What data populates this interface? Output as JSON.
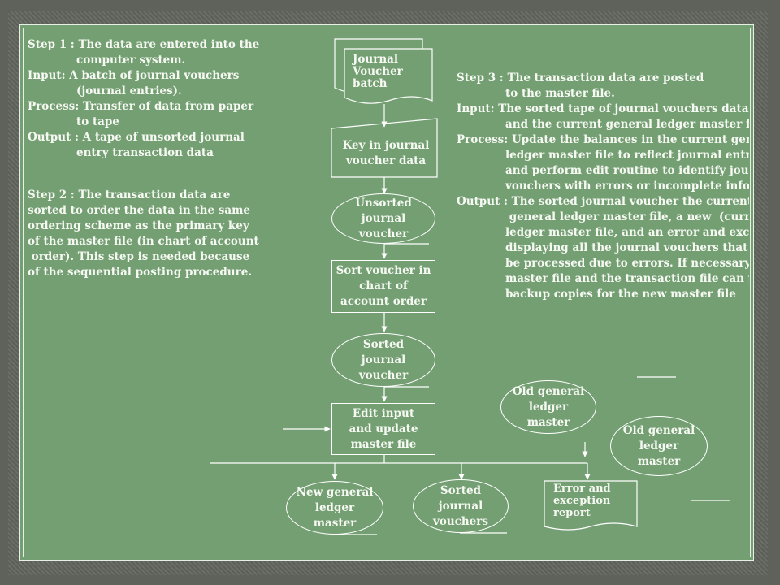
{
  "steps": {
    "step1": {
      "lines": [
        "Step 1 : The data are entered into the",
        "computer system.",
        "Input: A batch of journal vouchers",
        "(journal entries).",
        "Process: Transfer of data from paper",
        "to tape",
        "Output : A tape of unsorted journal",
        "entry transaction data"
      ]
    },
    "step2": {
      "lines": [
        "Step 2 : The transaction data are",
        "sorted to order the data in the same",
        "ordering scheme as the primary key",
        "of the master file (in chart of account",
        " order). This step is needed because",
        "of the sequential posting procedure."
      ]
    },
    "step3": {
      "lines": [
        "Step 3 : The transaction data are posted",
        "to the master file.",
        "Input: The sorted tape  of journal vouchers data",
        "and the current general ledger master file",
        "Process: Update the balances in the current general",
        "ledger master file to reflect journal entry data,",
        "and perform edit routine to identify journal",
        "vouchers with errors or incomplete information",
        "Output : The sorted journal voucher the current (now“old”)",
        " general ledger master file, a new  (current) general",
        "ledger master file, and an error and exception listing",
        "displaying all the journal vouchers that could not",
        "be  processed due to errors. If necessary the old",
        "master file and the transaction file can provide",
        "backup copies for the new master file"
      ]
    }
  },
  "flow": {
    "journal_voucher_batch": "Journal\nVoucher\nbatch",
    "key_in": "Key in journal\nvoucher data",
    "unsorted": "Unsorted\njournal\nvoucher",
    "sort": "Sort voucher in\nchart of\naccount order",
    "sorted": "Sorted\njournal\nvoucher",
    "edit": "Edit input\nand update\nmaster file",
    "new_master": "New general\nledger\nmaster",
    "sorted_vouchers": "Sorted\njournal\nvouchers",
    "error_report": "Error and\nexception\nreport",
    "old_master_1": "Old general\nledger\nmaster",
    "old_master_2": "Old general\nledger\nmaster"
  },
  "colors": {
    "panel": "#739f73",
    "frame": "#5e625b",
    "line": "#ffffff",
    "text": "#f6f8f2"
  }
}
